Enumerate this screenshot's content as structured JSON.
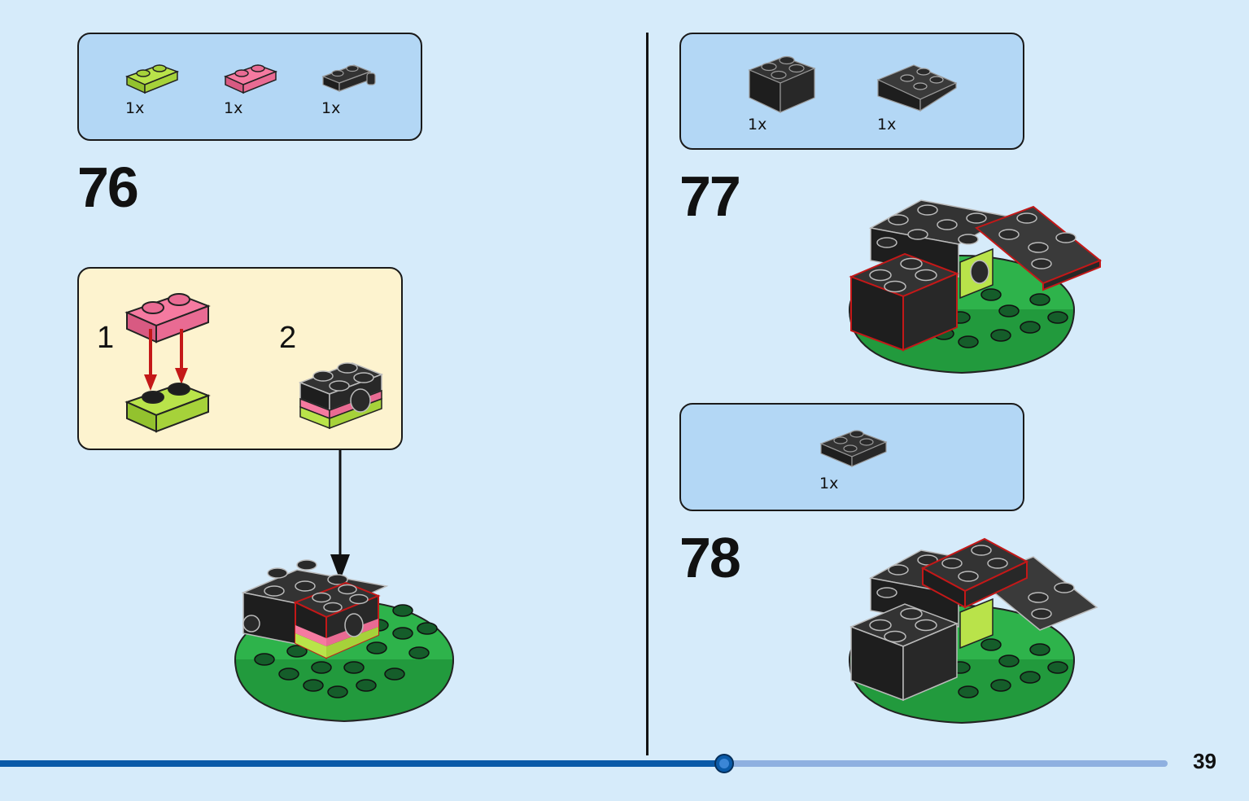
{
  "steps": [
    {
      "number": "76",
      "parts": [
        {
          "qty": "1x",
          "icon": "lime-plate-1x2-icon"
        },
        {
          "qty": "1x",
          "icon": "pink-plate-1x2-icon"
        },
        {
          "qty": "1x",
          "icon": "black-clip-plate-icon"
        }
      ],
      "substeps": [
        {
          "number": "1"
        },
        {
          "number": "2"
        }
      ]
    },
    {
      "number": "77",
      "parts": [
        {
          "qty": "1x",
          "icon": "black-brick-2x2-icon"
        },
        {
          "qty": "1x",
          "icon": "black-slope-inverted-icon"
        }
      ]
    },
    {
      "number": "78",
      "parts": [
        {
          "qty": "1x",
          "icon": "black-plate-2x2-icon"
        }
      ]
    }
  ],
  "page_number": "39",
  "progress": {
    "fraction": 0.62
  },
  "colors": {
    "background": "#d6ebfa",
    "parts_box": "#b3d7f5",
    "substep_box": "#fdf3cf",
    "progress_done": "#0a5aa8",
    "progress_todo": "#8fb0e0",
    "base_green": "#2eb34b",
    "highlight_red": "#c41818"
  }
}
